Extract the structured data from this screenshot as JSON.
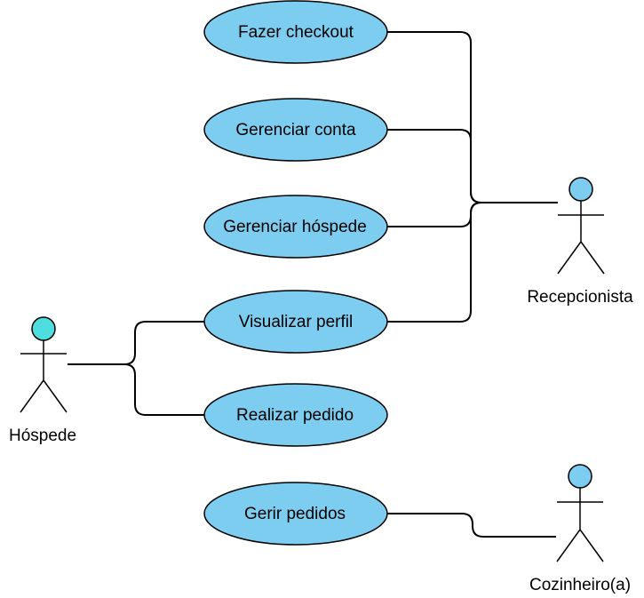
{
  "actors": {
    "recepcionista": {
      "name": "Recepcionista",
      "head_color": "#7dcdf0"
    },
    "hospede": {
      "name": "Hóspede",
      "head_color": "#4fdedf"
    },
    "cozinheiro": {
      "name": "Cozinheiro(a)",
      "head_color": "#7dcdf0"
    }
  },
  "use_cases": {
    "fazer_checkout": "Fazer checkout",
    "gerenciar_conta": "Gerenciar conta",
    "gerenciar_hospede": "Gerenciar hóspede",
    "visualizar_perfil": "Visualizar perfil",
    "realizar_pedido": "Realizar pedido",
    "gerir_pedidos": "Gerir pedidos"
  },
  "colors": {
    "use_case_fill": "#7dcdf0",
    "stroke": "#000000"
  }
}
